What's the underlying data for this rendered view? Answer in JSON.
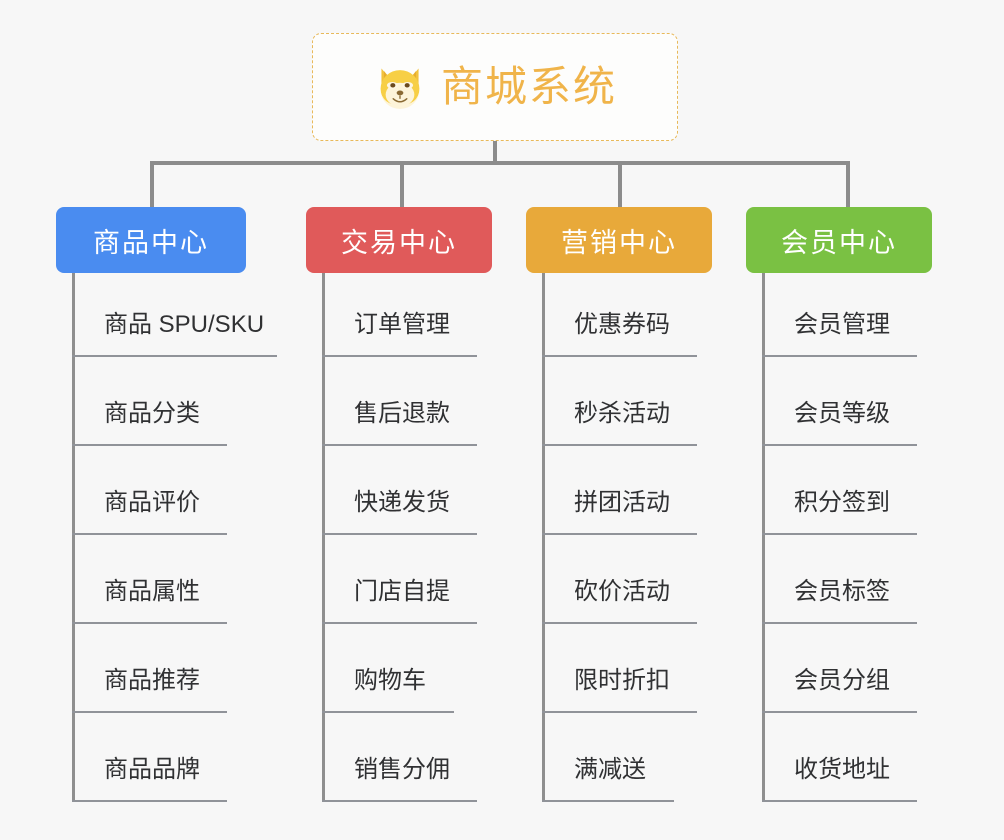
{
  "diagram": {
    "title": "商城系统",
    "root_icon": "shiba-dog-face-icon",
    "root_color": "#f0b44a",
    "background": "#f7f7f7",
    "connector_color": "#8c8c8c",
    "leaf_text_color": "#303133",
    "leaf_rule_color": "#909399",
    "columns": [
      {
        "id": "product-center",
        "header": "商品中心",
        "color": "#4a8cf0",
        "items": [
          "商品 SPU/SKU",
          "商品分类",
          "商品评价",
          "商品属性",
          "商品推荐",
          "商品品牌"
        ]
      },
      {
        "id": "trade-center",
        "header": "交易中心",
        "color": "#e05a5a",
        "items": [
          "订单管理",
          "售后退款",
          "快递发货",
          "门店自提",
          "购物车",
          "销售分佣"
        ]
      },
      {
        "id": "marketing-center",
        "header": "营销中心",
        "color": "#e8a93a",
        "items": [
          "优惠券码",
          "秒杀活动",
          "拼团活动",
          "砍价活动",
          "限时折扣",
          "满减送"
        ]
      },
      {
        "id": "member-center",
        "header": "会员中心",
        "color": "#7ac143",
        "items": [
          "会员管理",
          "会员等级",
          "积分签到",
          "会员标签",
          "会员分组",
          "收货地址"
        ]
      }
    ]
  }
}
